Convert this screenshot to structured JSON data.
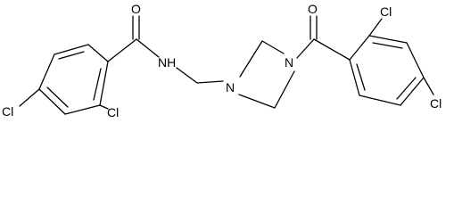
{
  "labels": {
    "cl_left_para": "Cl",
    "cl_left_ortho": "Cl",
    "amide_o": "O",
    "amide_nh": "NH",
    "pip_n1": "N",
    "pip_n4": "N",
    "ketone_o": "O",
    "cl_right_ortho": "Cl",
    "cl_right_para": "Cl"
  },
  "colors": {
    "bond": "#000000",
    "text": "#000000",
    "background": "#ffffff"
  }
}
